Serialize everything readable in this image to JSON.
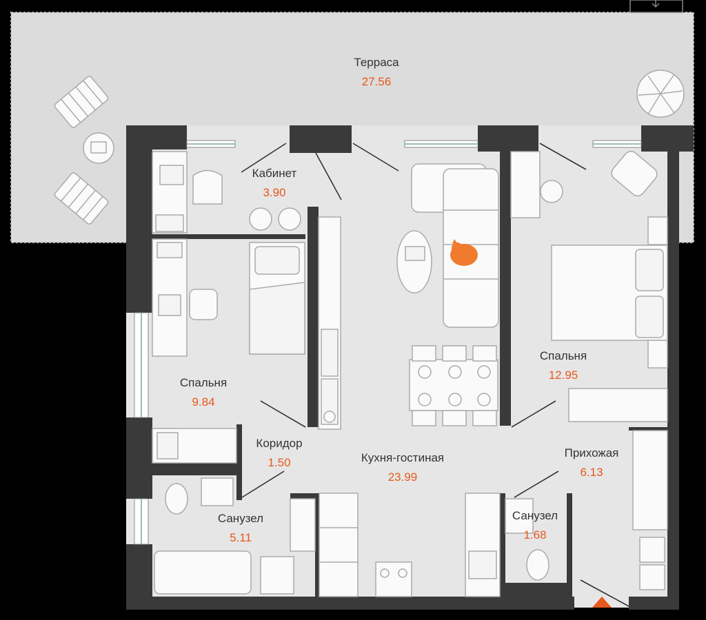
{
  "colors": {
    "background": "#000000",
    "floor": "#e6e6e6",
    "wall": "#3a3a3a",
    "terrace": "#dcdcdc",
    "label": "#333333",
    "area": "#e8581c",
    "accent_cat": "#f07a2e"
  },
  "rooms": {
    "terrace": {
      "name": "Терраса",
      "area": "27.56"
    },
    "study": {
      "name": "Кабинет",
      "area": "3.90"
    },
    "bedroom1": {
      "name": "Спальня",
      "area": "9.84"
    },
    "corridor": {
      "name": "Коридор",
      "area": "1.50"
    },
    "kitchen": {
      "name": "Кухня-гостиная",
      "area": "23.99"
    },
    "bedroom2": {
      "name": "Спальня",
      "area": "12.95"
    },
    "hallway": {
      "name": "Прихожая",
      "area": "6.13"
    },
    "bath1": {
      "name": "Санузел",
      "area": "5.11"
    },
    "bath2": {
      "name": "Санузел",
      "area": "1.68"
    }
  },
  "icons": {
    "entrance_marker": "orange-triangle-icon",
    "cat": "cat-icon",
    "plant": "plant-icon",
    "top_arrow": "arrow-down-icon"
  }
}
